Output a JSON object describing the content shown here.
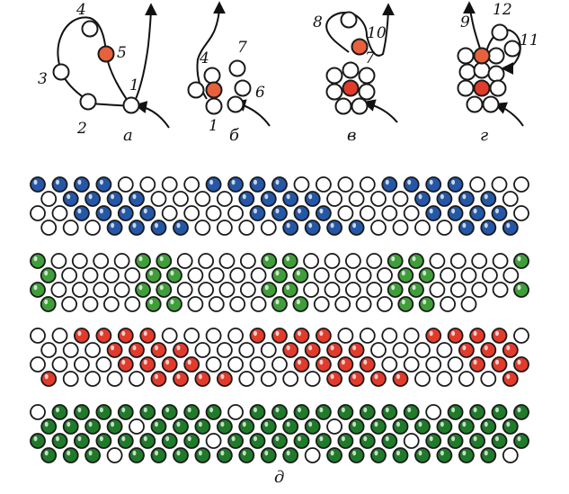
{
  "colors": {
    "outline": "#1a1a1a",
    "white_bead": "#ffffff",
    "orange_bead": "#e8603c",
    "red_bead": "#e23b2c",
    "blue_bead": "#2557a7",
    "light_green_bead": "#3f9d3a",
    "dark_green_bead": "#1f7a2a"
  },
  "steps": [
    {
      "caption": "а",
      "numbers": [
        "1",
        "2",
        "3",
        "4",
        "5"
      ]
    },
    {
      "caption": "б",
      "numbers": [
        "1",
        "4",
        "6",
        "7"
      ]
    },
    {
      "caption": "в",
      "numbers": [
        "7",
        "8",
        "10"
      ]
    },
    {
      "caption": "г",
      "numbers": [
        "9",
        "11",
        "12"
      ]
    }
  ],
  "bands_caption": "д",
  "bands": [
    {
      "color": "blue",
      "pattern": [
        1,
        1,
        1,
        1,
        0,
        0,
        0,
        0,
        1,
        1,
        1,
        1,
        0,
        0,
        0,
        0,
        1,
        1,
        1,
        1,
        0,
        0,
        0,
        0,
        1,
        1,
        1,
        1,
        0,
        0,
        0,
        0,
        1,
        1,
        1,
        1,
        0,
        0,
        0,
        0,
        1,
        1,
        1,
        1,
        0,
        0,
        0,
        0,
        1,
        1,
        1,
        1,
        0,
        0,
        0,
        0,
        1,
        1,
        1,
        1,
        0,
        0,
        0,
        0,
        1,
        1,
        1,
        1,
        0,
        0,
        0,
        0,
        1,
        1,
        1,
        1,
        0,
        0,
        0,
        0,
        1,
        1,
        1,
        1,
        0,
        0,
        0,
        0,
        1,
        1,
        1,
        1
      ]
    },
    {
      "color": "light_green",
      "pattern": [
        1,
        0,
        0,
        0,
        0,
        1,
        1,
        0,
        0,
        0,
        0,
        1,
        1,
        0,
        0,
        0,
        0,
        1,
        1,
        0,
        0,
        0,
        0,
        1,
        1,
        0,
        0,
        0,
        0,
        1,
        1,
        0,
        0,
        0,
        0,
        1,
        1,
        0,
        0,
        0,
        0,
        1,
        1,
        0,
        0,
        0,
        0,
        1,
        1,
        0,
        0,
        0,
        0,
        1,
        1,
        0,
        0,
        0,
        0,
        1,
        1,
        0,
        0,
        0,
        0,
        1,
        1,
        0,
        0,
        0,
        0,
        1,
        1,
        0,
        0,
        0,
        0,
        1,
        1,
        0,
        0,
        0,
        0,
        1,
        1,
        0,
        0,
        0,
        0,
        1,
        1,
        0,
        0
      ]
    },
    {
      "color": "red",
      "pattern": [
        0,
        0,
        1,
        1,
        1,
        1,
        0,
        0,
        0,
        0,
        1,
        1,
        1,
        1,
        0,
        0,
        0,
        0,
        1,
        1,
        1,
        1,
        0,
        0,
        0,
        0,
        1,
        1,
        1,
        1,
        0,
        0,
        0,
        0,
        1,
        1,
        1,
        1,
        0,
        0,
        0,
        0,
        1,
        1,
        1,
        1,
        0,
        0,
        0,
        0,
        1,
        1,
        1,
        1,
        0,
        0,
        0,
        0,
        1,
        1,
        1,
        1,
        0,
        0,
        0,
        0,
        1,
        1,
        1,
        1,
        0,
        0,
        0,
        0,
        1,
        1,
        1,
        1,
        0,
        0,
        0,
        0,
        1,
        1,
        1,
        1,
        0,
        0,
        0,
        0,
        1,
        1
      ]
    },
    {
      "color": "dark_green",
      "pattern": [
        0,
        1,
        1,
        1,
        1,
        1,
        1,
        1,
        1,
        0,
        1,
        1,
        1,
        1,
        1,
        1,
        1,
        1,
        0,
        1,
        1,
        1,
        1,
        1,
        1,
        1,
        1,
        0,
        1,
        1,
        1,
        1,
        1,
        1,
        1,
        1,
        0,
        1,
        1,
        1,
        1,
        1,
        1,
        1,
        1,
        0,
        1,
        1,
        1,
        1,
        1,
        1,
        1,
        1,
        0,
        1,
        1,
        1,
        1,
        1,
        1,
        1,
        1,
        0,
        1,
        1,
        1,
        1,
        1,
        1,
        1,
        1,
        0,
        1,
        1,
        1,
        1,
        1,
        1,
        1,
        1,
        0,
        1,
        1,
        1,
        1,
        1,
        1,
        1,
        1,
        0,
        1
      ]
    }
  ]
}
